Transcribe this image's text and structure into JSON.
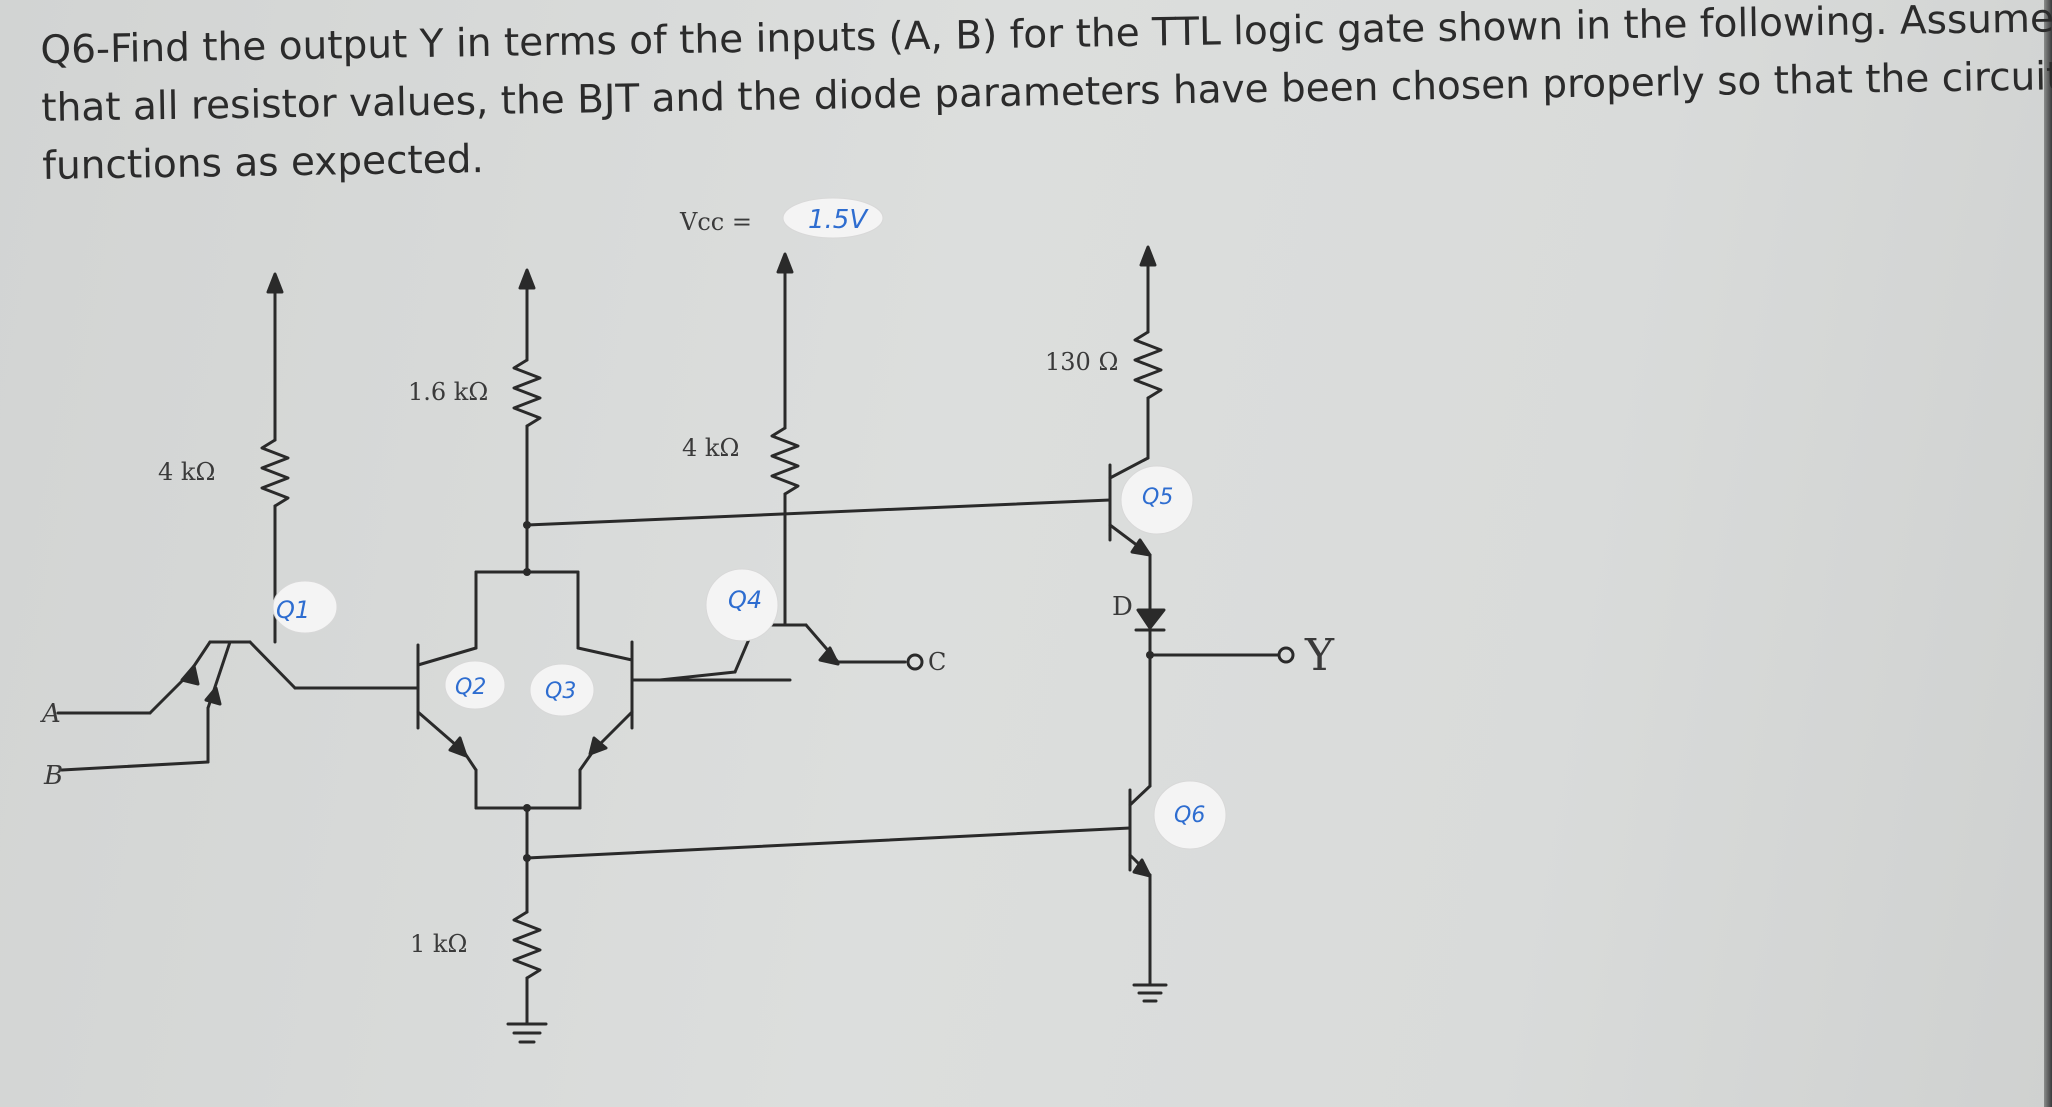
{
  "question": {
    "line1": "Q6-Find the output Y in terms of the inputs (A, B) for the TTL logic gate shown in the following. Assume",
    "line2": "that all resistor values, the BJT and the diode parameters have been chosen properly so that the circuit",
    "line3": "functions as expected."
  },
  "circuit": {
    "supply": "Vcc =",
    "supply_note": "1.5V",
    "resistors": {
      "r1": "4 kΩ",
      "r2": "1.6 kΩ",
      "r3": "4 kΩ",
      "r4": "130 Ω",
      "r5": "1 kΩ"
    },
    "transistors": [
      "Q1",
      "Q2",
      "Q3",
      "Q4",
      "Q5",
      "Q6"
    ],
    "diode": "D",
    "inputs": {
      "a": "A",
      "b": "B",
      "c": "C"
    },
    "output": "Y"
  },
  "colors": {
    "ink": "#2a2a2a",
    "annotation": "#2e6dd0",
    "paper": "#d9dbda"
  }
}
